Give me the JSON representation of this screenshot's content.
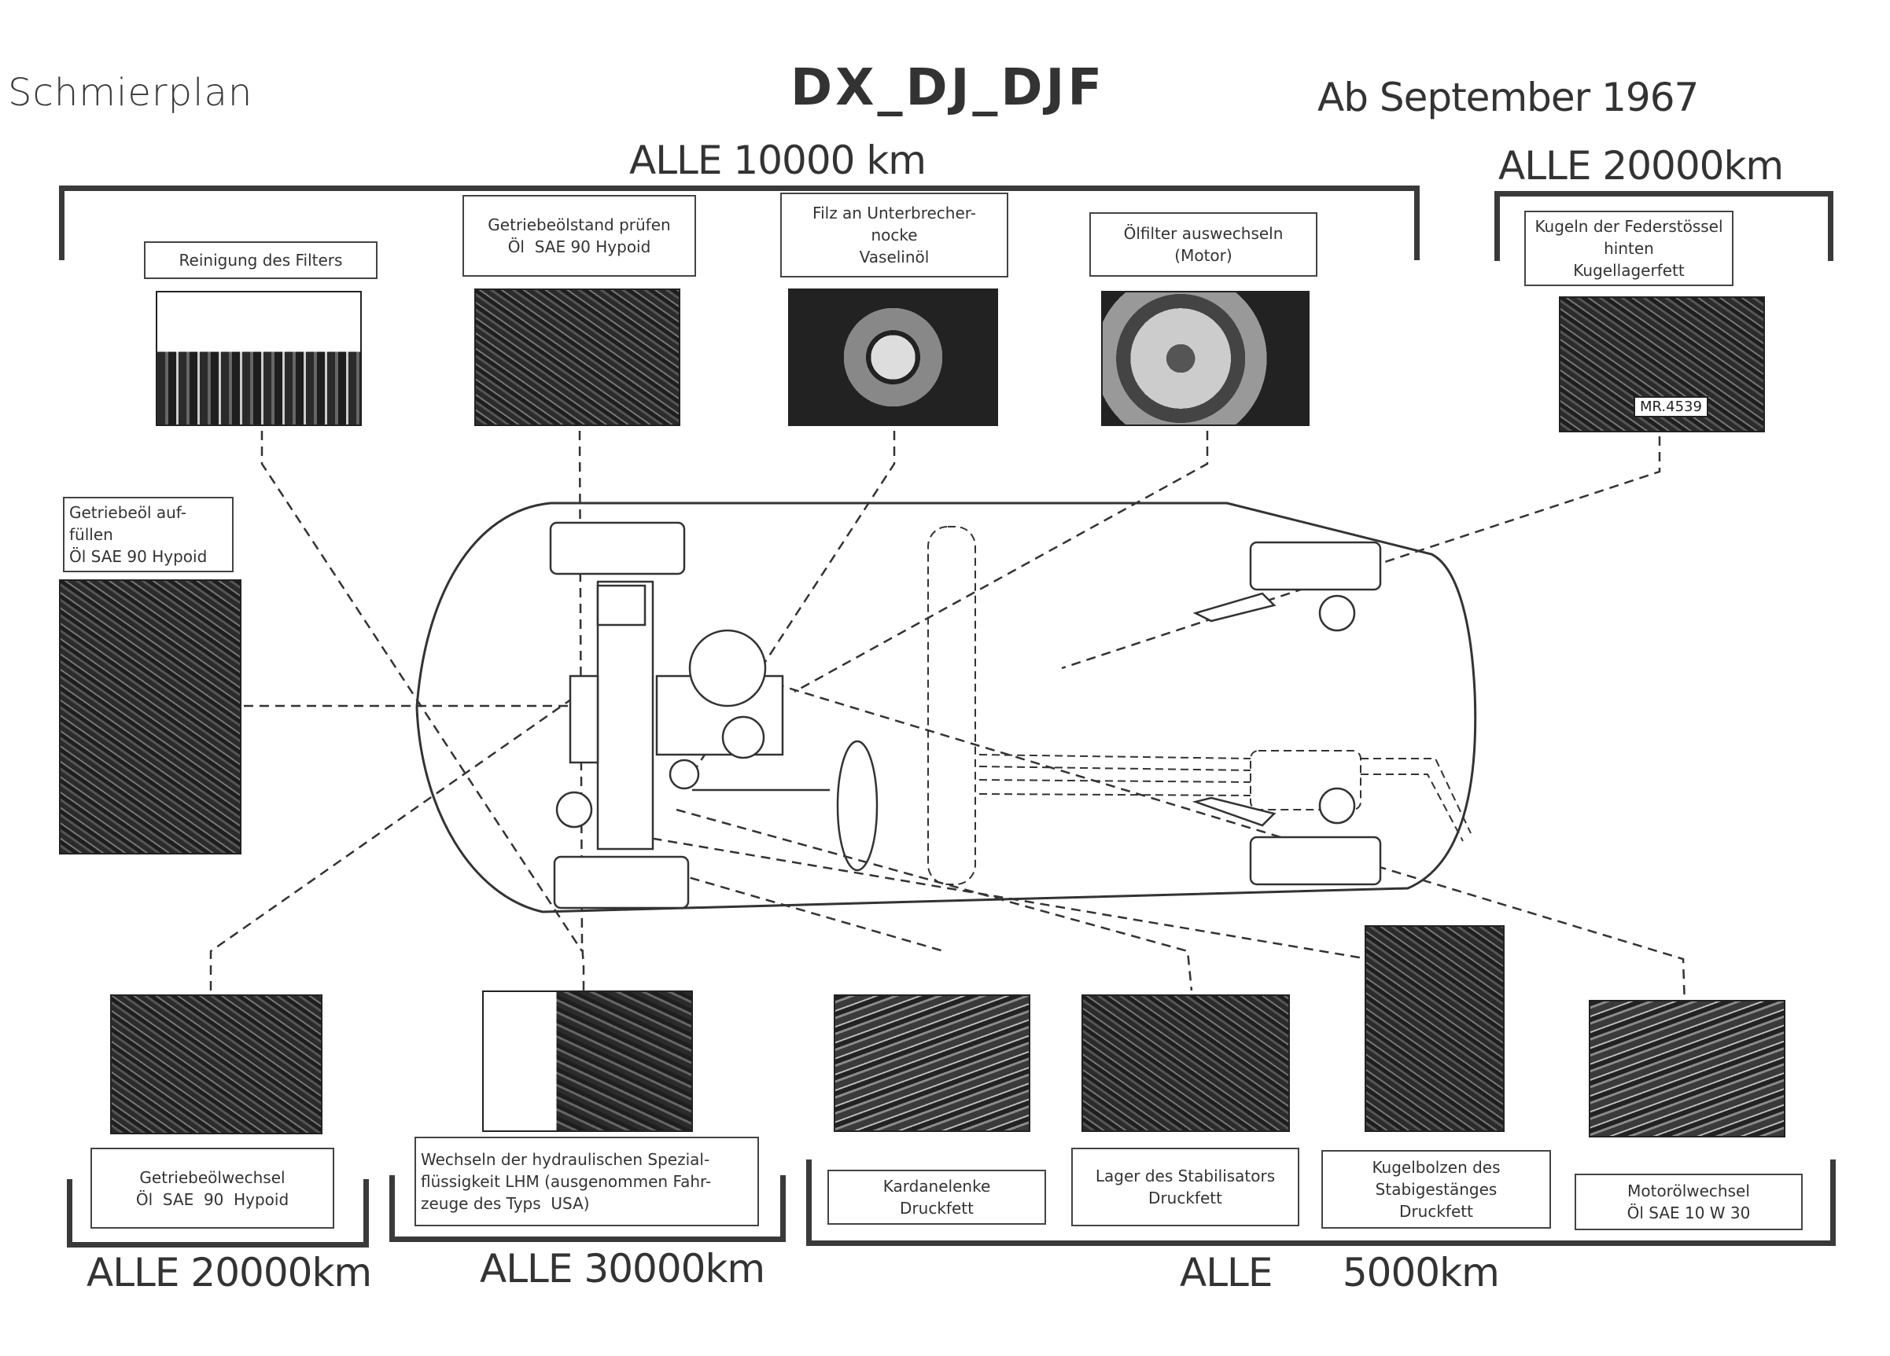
{
  "header": {
    "left_title": "Schmierplan",
    "center_title": "DX_DJ_DJF",
    "right_title": "Ab September 1967"
  },
  "intervals": {
    "top_10000": "ALLE 10000 km",
    "top_20000": "ALLE 20000km",
    "bottom_20000": "ALLE  20000km",
    "bottom_30000": "ALLE 30000km",
    "bottom_5000": "ALLE      5000km"
  },
  "labels": {
    "filter_cleaning": [
      "Reinigung des Filters"
    ],
    "gear_oil_check": [
      "Getriebeölstand prüfen",
      "Öl  SAE 90 Hypoid"
    ],
    "breaker_felt": [
      "Filz an Unterbrecher-",
      "nocke",
      "Vaselinöl"
    ],
    "oil_filter": [
      "Ölfilter auswechseln",
      "(Motor)"
    ],
    "rear_spring_balls": [
      "Kugeln der Federstössel",
      "hinten",
      "Kugellagerfett"
    ],
    "gear_oil_fill": [
      "Getriebeöl auf-",
      "füllen",
      "Öl SAE 90 Hypoid"
    ],
    "gear_oil_change": [
      "Getriebeölwechsel",
      "Öl  SAE  90  Hypoid"
    ],
    "lhm_change": [
      "Wechseln der hydraulischen Spezial-",
      "flüssigkeit LHM (ausgenommen Fahr-",
      "zeuge des Typs  USA)"
    ],
    "cardan_joints": [
      "Kardanelenke",
      "Druckfett"
    ],
    "stabilizer_bearing": [
      "Lager des Stabilisators",
      "Druckfett"
    ],
    "stabilizer_ball_pins": [
      "Kugelbolzen des",
      "Stabigestänges",
      "Druckfett"
    ],
    "engine_oil_change": [
      "Motorölwechsel",
      "Öl SAE 10 W 30"
    ]
  },
  "photo_tags": {
    "rear_spring_balls": "MR.4539"
  }
}
